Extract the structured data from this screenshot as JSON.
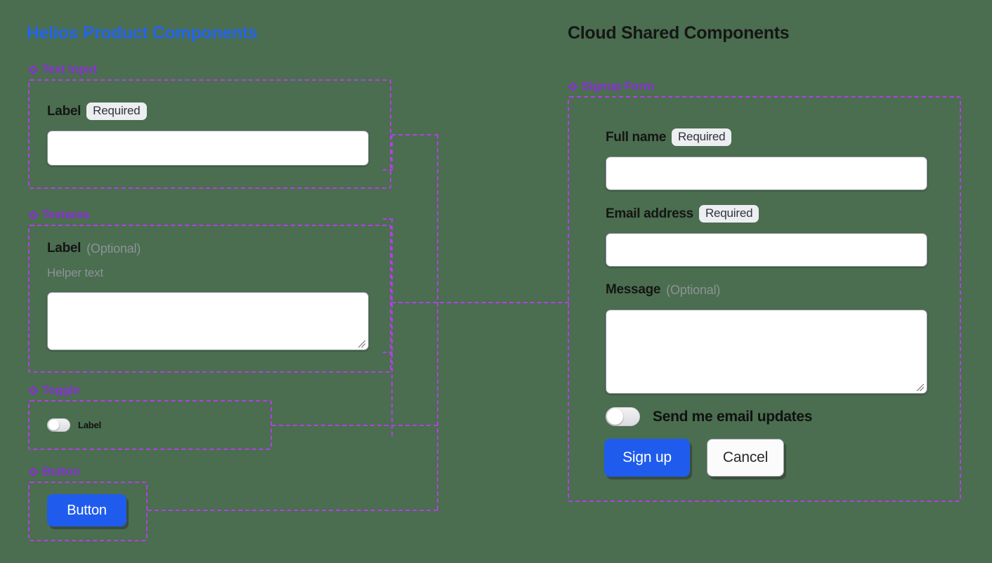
{
  "page": {
    "background_color": "#4a6e4f",
    "accent_purple": "#b43fe8",
    "accent_blue": "#2463eb",
    "primary_button_color": "#1f5ced"
  },
  "left_panel": {
    "title": "Helios Product Components",
    "sections": [
      {
        "icon": "component-diamond-icon",
        "name": "Text Input",
        "field": {
          "label": "Label",
          "badge": "Required",
          "badge_kind": "required",
          "input_value": "",
          "placeholder": ""
        }
      },
      {
        "icon": "component-diamond-icon",
        "name": "Textarea",
        "field": {
          "label": "Label",
          "badge": "(Optional)",
          "badge_kind": "optional",
          "helper_text": "Helper text",
          "input_value": "",
          "placeholder": ""
        }
      },
      {
        "icon": "component-diamond-icon",
        "name": "Toggle",
        "toggle": {
          "label": "Label",
          "state": "off"
        }
      },
      {
        "icon": "component-diamond-icon",
        "name": "Button",
        "button": {
          "label": "Button",
          "variant": "primary"
        }
      }
    ]
  },
  "right_panel": {
    "title": "Cloud Shared Components",
    "sections": [
      {
        "icon": "component-diamond-icon",
        "name": "Signup Form"
      }
    ],
    "form": {
      "fields": [
        {
          "label": "Full name",
          "badge": "Required",
          "badge_kind": "required",
          "type": "text",
          "value": "",
          "placeholder": ""
        },
        {
          "label": "Email address",
          "badge": "Required",
          "badge_kind": "required",
          "type": "text",
          "value": "",
          "placeholder": ""
        },
        {
          "label": "Message",
          "badge": "(Optional)",
          "badge_kind": "optional",
          "type": "textarea",
          "value": "",
          "placeholder": ""
        }
      ],
      "toggle": {
        "label": "Send me email updates",
        "state": "off"
      },
      "actions": [
        {
          "label": "Sign up",
          "variant": "primary"
        },
        {
          "label": "Cancel",
          "variant": "secondary"
        }
      ]
    }
  }
}
